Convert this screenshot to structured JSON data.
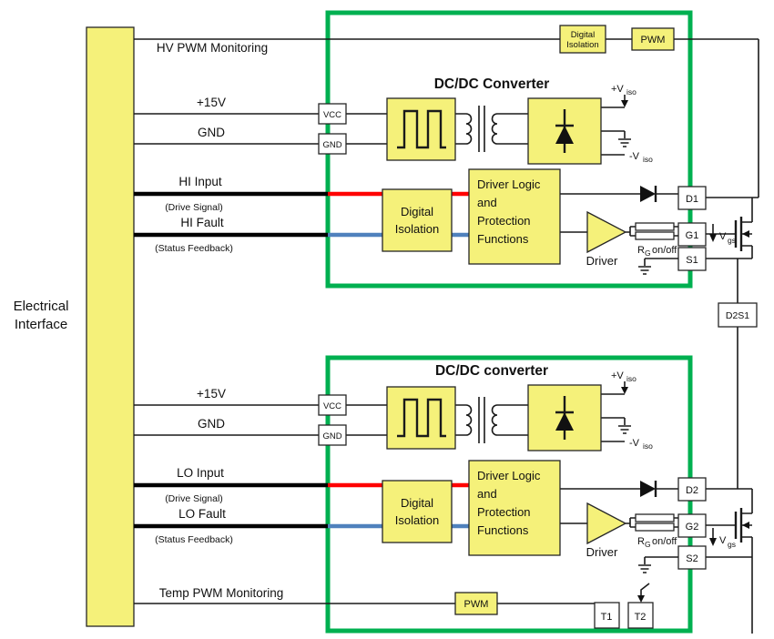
{
  "interface": {
    "line1": "Electrical",
    "line2": "Interface"
  },
  "top_monitor": {
    "label": "HV PWM Monitoring",
    "iso1": "Digital",
    "iso2": "Isolation",
    "pwm": "PWM"
  },
  "temp_monitor": {
    "label": "Temp PWM Monitoring",
    "pwm": "PWM",
    "t1": "T1",
    "t2": "T2"
  },
  "bridge": {
    "d2s1": "D2S1"
  },
  "hs": {
    "title": "DC/DC Converter",
    "v15": "+15V",
    "gnd": "GND",
    "vcc_pin": "VCC",
    "gnd_pin": "GND",
    "input": "HI Input",
    "input_sub": "(Drive Signal)",
    "fault": "HI Fault",
    "fault_sub": "(Status Feedback)",
    "iso1": "Digital",
    "iso2": "Isolation",
    "logic1": "Driver Logic",
    "logic2": "and",
    "logic3": "Protection",
    "logic4": "Functions",
    "driver": "Driver",
    "rg_r": "R",
    "rg_g": "G",
    "rg_onoff": "on/off",
    "vplus": "+V",
    "vplus_sub": "iso",
    "vminus": "-V",
    "vminus_sub": "iso",
    "pin_d": "D1",
    "pin_g": "G1",
    "pin_s": "S1",
    "vgs": "V",
    "vgs_sub": "gs"
  },
  "ls": {
    "title": "DC/DC converter",
    "v15": "+15V",
    "gnd": "GND",
    "vcc_pin": "VCC",
    "gnd_pin": "GND",
    "input": "LO Input",
    "input_sub": "(Drive Signal)",
    "fault": "LO Fault",
    "fault_sub": "(Status Feedback)",
    "iso1": "Digital",
    "iso2": "Isolation",
    "logic1": "Driver Logic",
    "logic2": "and",
    "logic3": "Protection",
    "logic4": "Functions",
    "driver": "Driver",
    "rg_r": "R",
    "rg_g": "G",
    "rg_onoff": "on/off",
    "vplus": "+V",
    "vplus_sub": "iso",
    "vminus": "-V",
    "vminus_sub": "iso",
    "pin_d": "D2",
    "pin_g": "G2",
    "pin_s": "S2",
    "vgs": "V",
    "vgs_sub": "gs"
  },
  "colors": {
    "block_yellow": "#f5f17a",
    "isolation_green": "#00b050",
    "drive_signal_red": "#ff0000",
    "status_feedback_blue": "#4f81bd"
  }
}
